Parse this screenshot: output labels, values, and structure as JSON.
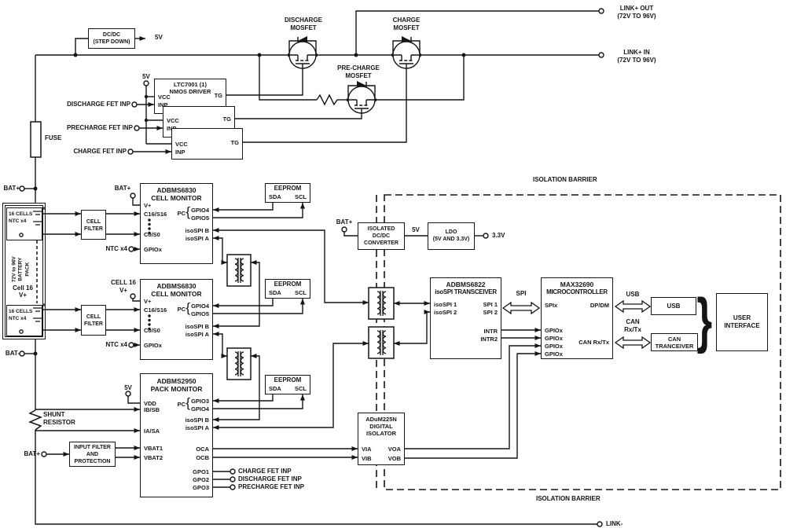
{
  "terminals": {
    "bat_plus": "BAT+",
    "bat_minus": "BAT-",
    "link_minus": "LINK-",
    "link_out": "LINK+ OUT",
    "link_out_range": "(72V TO 96V)",
    "link_in": "LINK+ IN",
    "link_in_range": "(72V TO 96V)",
    "v5": "5V",
    "v33": "3.3V"
  },
  "driver_inputs": {
    "discharge": "DISCHARGE FET INP",
    "precharge": "PRECHARGE FET INP",
    "charge": "CHARGE FET INP"
  },
  "gpo_outputs": {
    "gpo1": "CHARGE FET INP",
    "gpo2": "DISCHARGE FET INP",
    "gpo3": "PRECHARGE FET INP"
  },
  "mosfets": {
    "discharge1": "DISCHARGE",
    "discharge2": "MOSFET",
    "charge1": "CHARGE",
    "charge2": "MOSFET",
    "precharge1": "PRE-CHARGE",
    "precharge2": "MOSFET"
  },
  "labels": {
    "cell16": "CELL 16",
    "vp": "V+",
    "ntc": "NTC x4",
    "iso_barrier": "ISOLATION BARRIER"
  },
  "buses": {
    "spi": "SPI",
    "usb": "USB",
    "can1": "CAN",
    "can2": "Rx/Tx"
  },
  "blocks": {
    "dcdc": {
      "l1": "DC/DC",
      "l2": "(STEP DOWN)"
    },
    "fuse": "FUSE",
    "ltc": {
      "l1": "LTC7001 (1)",
      "l2": "NMOS DRIVER",
      "vcc": "VCC",
      "inp": "INP",
      "tg": "TG"
    },
    "pack": {
      "cells": "16 CELLS",
      "ntc": "NTC x4",
      "rot1": "72V to 96V",
      "rot2": "BATTERY",
      "rot3": "PACK",
      "cell16": "Cell 16",
      "vp": "V+"
    },
    "filter": {
      "l1": "CELL",
      "l2": "FILTER"
    },
    "mon": {
      "l1": "ADBMS6830",
      "l2": "CELL MONITOR",
      "vp": "V+",
      "c16": "C16/S16",
      "c0": "C0/S0",
      "gpiox": "GPIOx",
      "pc": "PC",
      "gpio4": "GPIO4",
      "gpio5": "GPIO5",
      "isob": "isoSPI B",
      "isoa": "isoSPI A"
    },
    "eeprom": {
      "t": "EEPROM",
      "sda": "SDA",
      "scl": "SCL"
    },
    "pm": {
      "l1": "ADBMS2950",
      "l2": "PACK MONITOR",
      "vdd": "VDD",
      "ibsb": "IB/SB",
      "iasa": "IA/SA",
      "vbat1": "VBAT1",
      "vbat2": "VBAT2",
      "pc": "PC",
      "gpio3": "GPIO3",
      "gpio4": "GPIO4",
      "isob": "isoSPI B",
      "isoa": "isoSPI A",
      "oca": "OCA",
      "ocb": "OCB",
      "gpo1": "GPO1",
      "gpo2": "GPO2",
      "gpo3": "GPO3"
    },
    "shunt": {
      "l1": "SHUNT",
      "l2": "RESISTOR"
    },
    "ifp": {
      "l1": "INPUT FILTER",
      "l2": "AND",
      "l3": "PROTECTION"
    },
    "isodc": {
      "l1": "ISOLATED",
      "l2": "DC/DC",
      "l3": "CONVERTER"
    },
    "ldo": {
      "l1": "LDO",
      "l2": "(5V AND 3.3V)"
    },
    "xcvr": {
      "l1": "ADBMS6822",
      "l2": "isoSPI TRANSCEIVER",
      "iso1": "isoSPI 1",
      "iso2": "isoSPI 2",
      "spi1": "SPI 1",
      "spi2": "SPI 2",
      "intr": "INTR",
      "intr2": "INTR2"
    },
    "mcu": {
      "l1": "MAX32690",
      "l2": "MICROCONTROLLER",
      "spix": "SPIx",
      "gpiox": "GPIOx",
      "dpdm": "DP/DM",
      "can": "CAN Rx/Tx"
    },
    "adum": {
      "l1": "ADuM225N",
      "l2": "DIGITAL",
      "l3": "ISOLATOR",
      "via": "VIA",
      "vib": "VIB",
      "voa": "VOA",
      "vob": "VOB"
    },
    "usb": {
      "l1": "USB"
    },
    "canx": {
      "l1": "CAN",
      "l2": "TRANCEIVER"
    },
    "ui": {
      "l1": "USER",
      "l2": "INTERFACE"
    }
  }
}
